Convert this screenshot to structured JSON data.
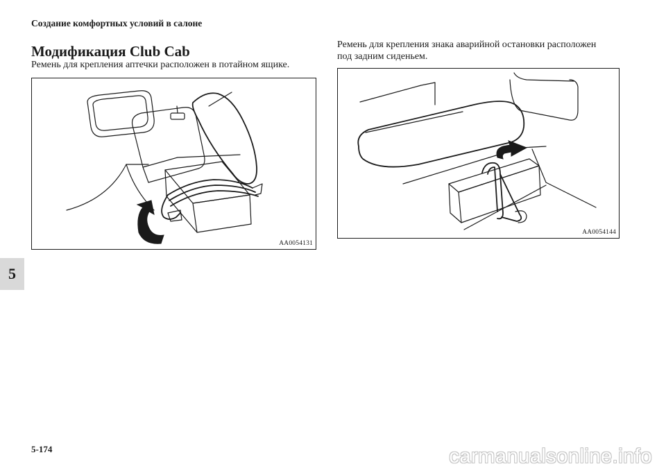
{
  "page": {
    "header": "Создание комфортных условий в салоне",
    "section_title": "Модификация Club Cab",
    "chapter_tab": "5",
    "page_number": "5-174",
    "watermark": "carmanualsonline.info"
  },
  "left_figure": {
    "caption": "Ремень для крепления аптечки расположен в потайном ящике.",
    "code": "AA0054131",
    "icons": [
      "storage-box-icon",
      "curved-arrow-icon",
      "strap-icon"
    ]
  },
  "right_figure": {
    "caption_line1": "Ремень для крепления знака аварийной остановки расположен",
    "caption_line2": "под задним сиденьем.",
    "code": "AA0054144",
    "icons": [
      "seat-cushion-icon",
      "arrow-icon",
      "strap-icon"
    ]
  }
}
